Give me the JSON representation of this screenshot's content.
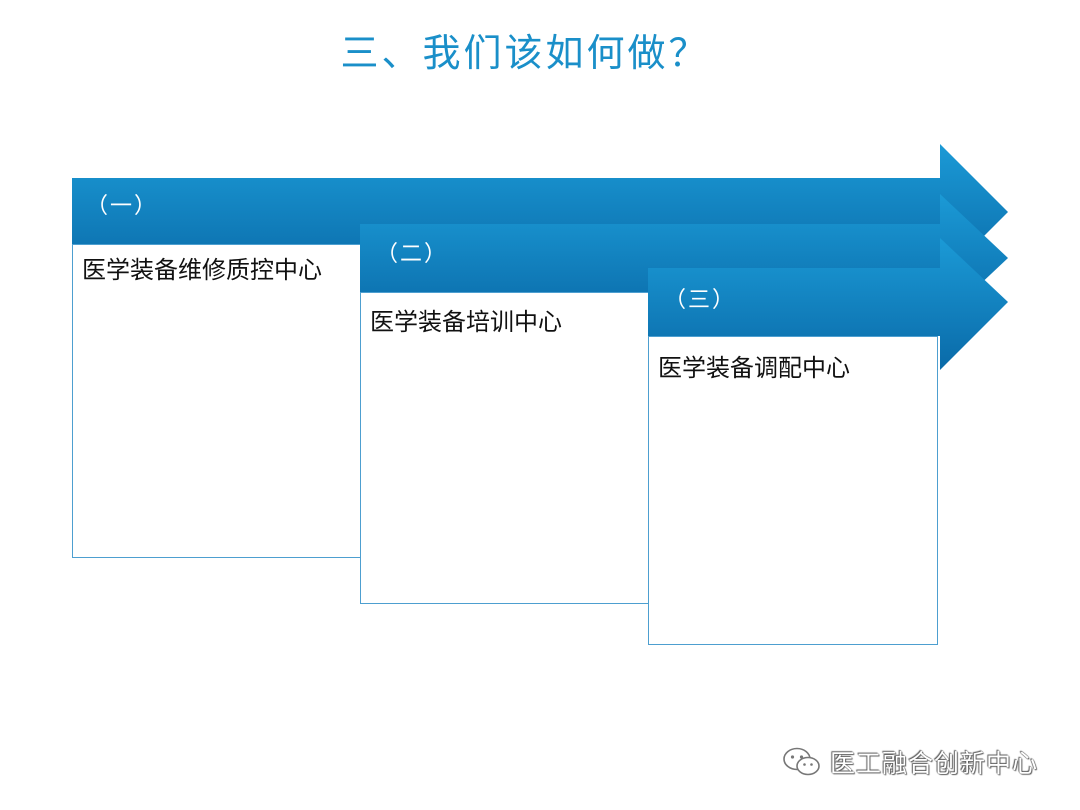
{
  "title": "三、我们该如何做？",
  "steps": [
    {
      "number": "（一）",
      "content": "医学装备维修质控中心"
    },
    {
      "number": "（二）",
      "content": "医学装备培训中心"
    },
    {
      "number": "（三）",
      "content": "医学装备调配中心"
    }
  ],
  "watermark": {
    "icon": "wechat-icon",
    "text": "医工融合创新中心"
  },
  "colors": {
    "title": "#1a8fc9",
    "arrow_top": "#1b9ad6",
    "arrow_bottom": "#0a6aa8",
    "box_border": "#4d9fd0"
  }
}
